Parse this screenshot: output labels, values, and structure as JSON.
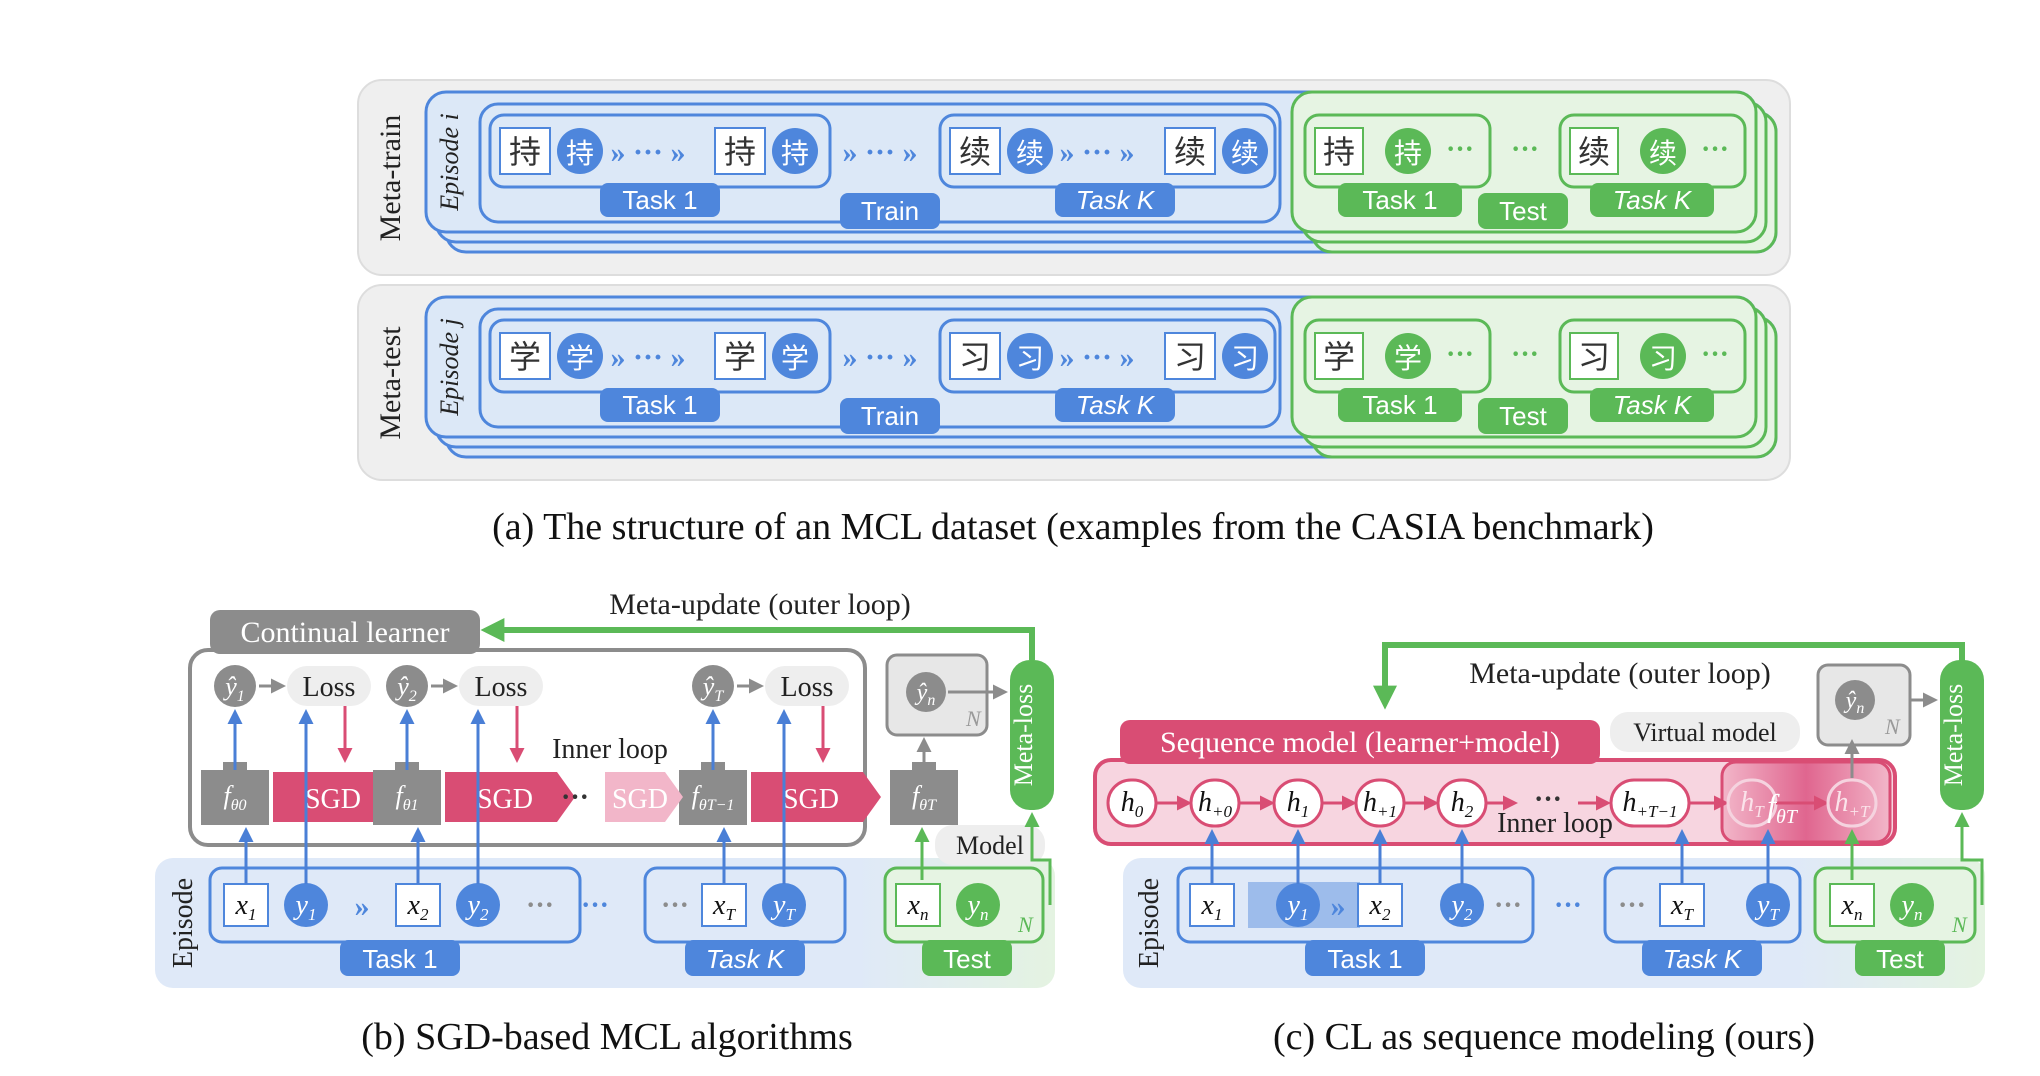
{
  "panel_a": {
    "meta_train": {
      "side_label": "Meta-train",
      "episode_label": "Episode i",
      "train_label": "Train",
      "test_label": "Test",
      "task_first": "Task 1",
      "task_last": "Task K",
      "char_1": "持",
      "char_2": "续"
    },
    "meta_test": {
      "side_label": "Meta-test",
      "episode_label": "Episode j",
      "train_label": "Train",
      "test_label": "Test",
      "task_first": "Task 1",
      "task_last": "Task K",
      "char_1": "学",
      "char_2": "习"
    },
    "caption": "(a) The structure of an MCL dataset (examples from the CASIA benchmark)"
  },
  "panel_b": {
    "continual_learner": "Continual learner",
    "meta_update": "Meta-update (outer loop)",
    "inner_loop": "Inner loop",
    "loss": "Loss",
    "sgd": "SGD",
    "model": "Model",
    "meta_loss": "Meta-loss",
    "episode": "Episode",
    "task_first": "Task 1",
    "task_last": "Task K",
    "test": "Test",
    "n_label": "N",
    "ellipsis": "···",
    "caption": "(b) SGD-based MCL algorithms"
  },
  "panel_c": {
    "meta_update": "Meta-update (outer loop)",
    "sequence_model": "Sequence model (learner+model)",
    "virtual_model": "Virtual model",
    "inner_loop": "Inner loop",
    "meta_loss": "Meta-loss",
    "episode": "Episode",
    "task_first": "Task 1",
    "task_last": "Task K",
    "test": "Test",
    "n_label": "N",
    "ellipsis": "···",
    "caption": "(c) CL as sequence modeling (ours)"
  },
  "colors": {
    "blue_dark": "#3f77d0",
    "blue_light": "#dce8f7",
    "blue_band": "#4e86dc",
    "green_dark": "#5bb957",
    "green_light": "#e6f4e3",
    "pink_dark": "#d94d74",
    "pink_light": "#f7d5e0",
    "gray_dark": "#8c8c8c",
    "gray_light": "#eeeeee"
  }
}
